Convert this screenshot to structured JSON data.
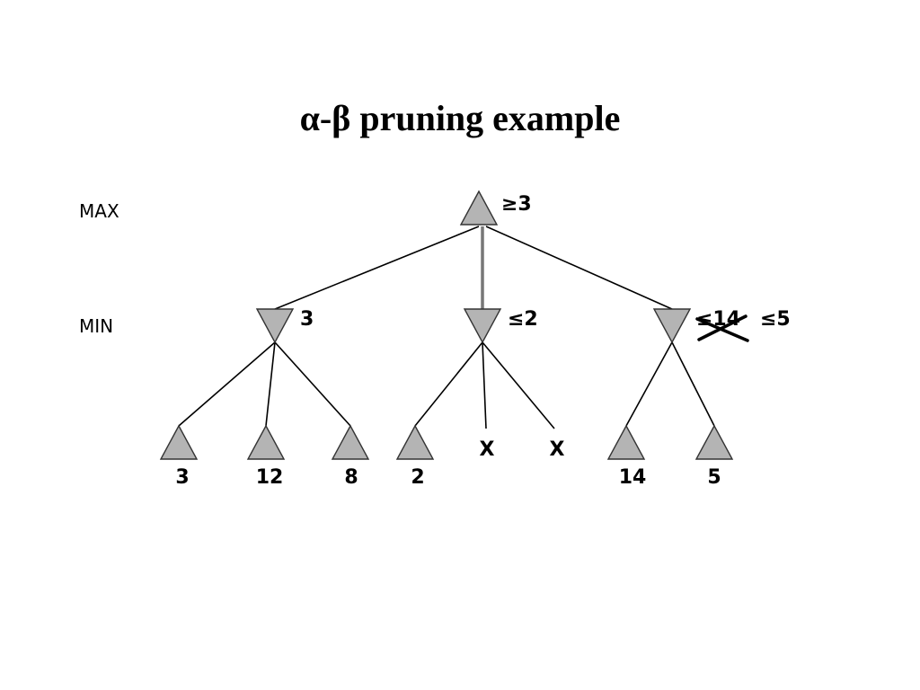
{
  "title": "α-β pruning example",
  "levels": {
    "max_label": "MAX",
    "min_label": "MIN"
  },
  "root": {
    "value": "≥3"
  },
  "min_nodes": [
    {
      "value": "3"
    },
    {
      "value": "≤2"
    },
    {
      "old_value": "≤14",
      "value": "≤5"
    }
  ],
  "leaves": [
    {
      "value": "3"
    },
    {
      "value": "12"
    },
    {
      "value": "8"
    },
    {
      "value": "2"
    },
    {
      "value": "X",
      "pruned": true
    },
    {
      "value": "X",
      "pruned": true
    },
    {
      "value": "14"
    },
    {
      "value": "5"
    }
  ],
  "colors": {
    "node_fill": "#b4b4b4",
    "background": "#ffffff"
  }
}
